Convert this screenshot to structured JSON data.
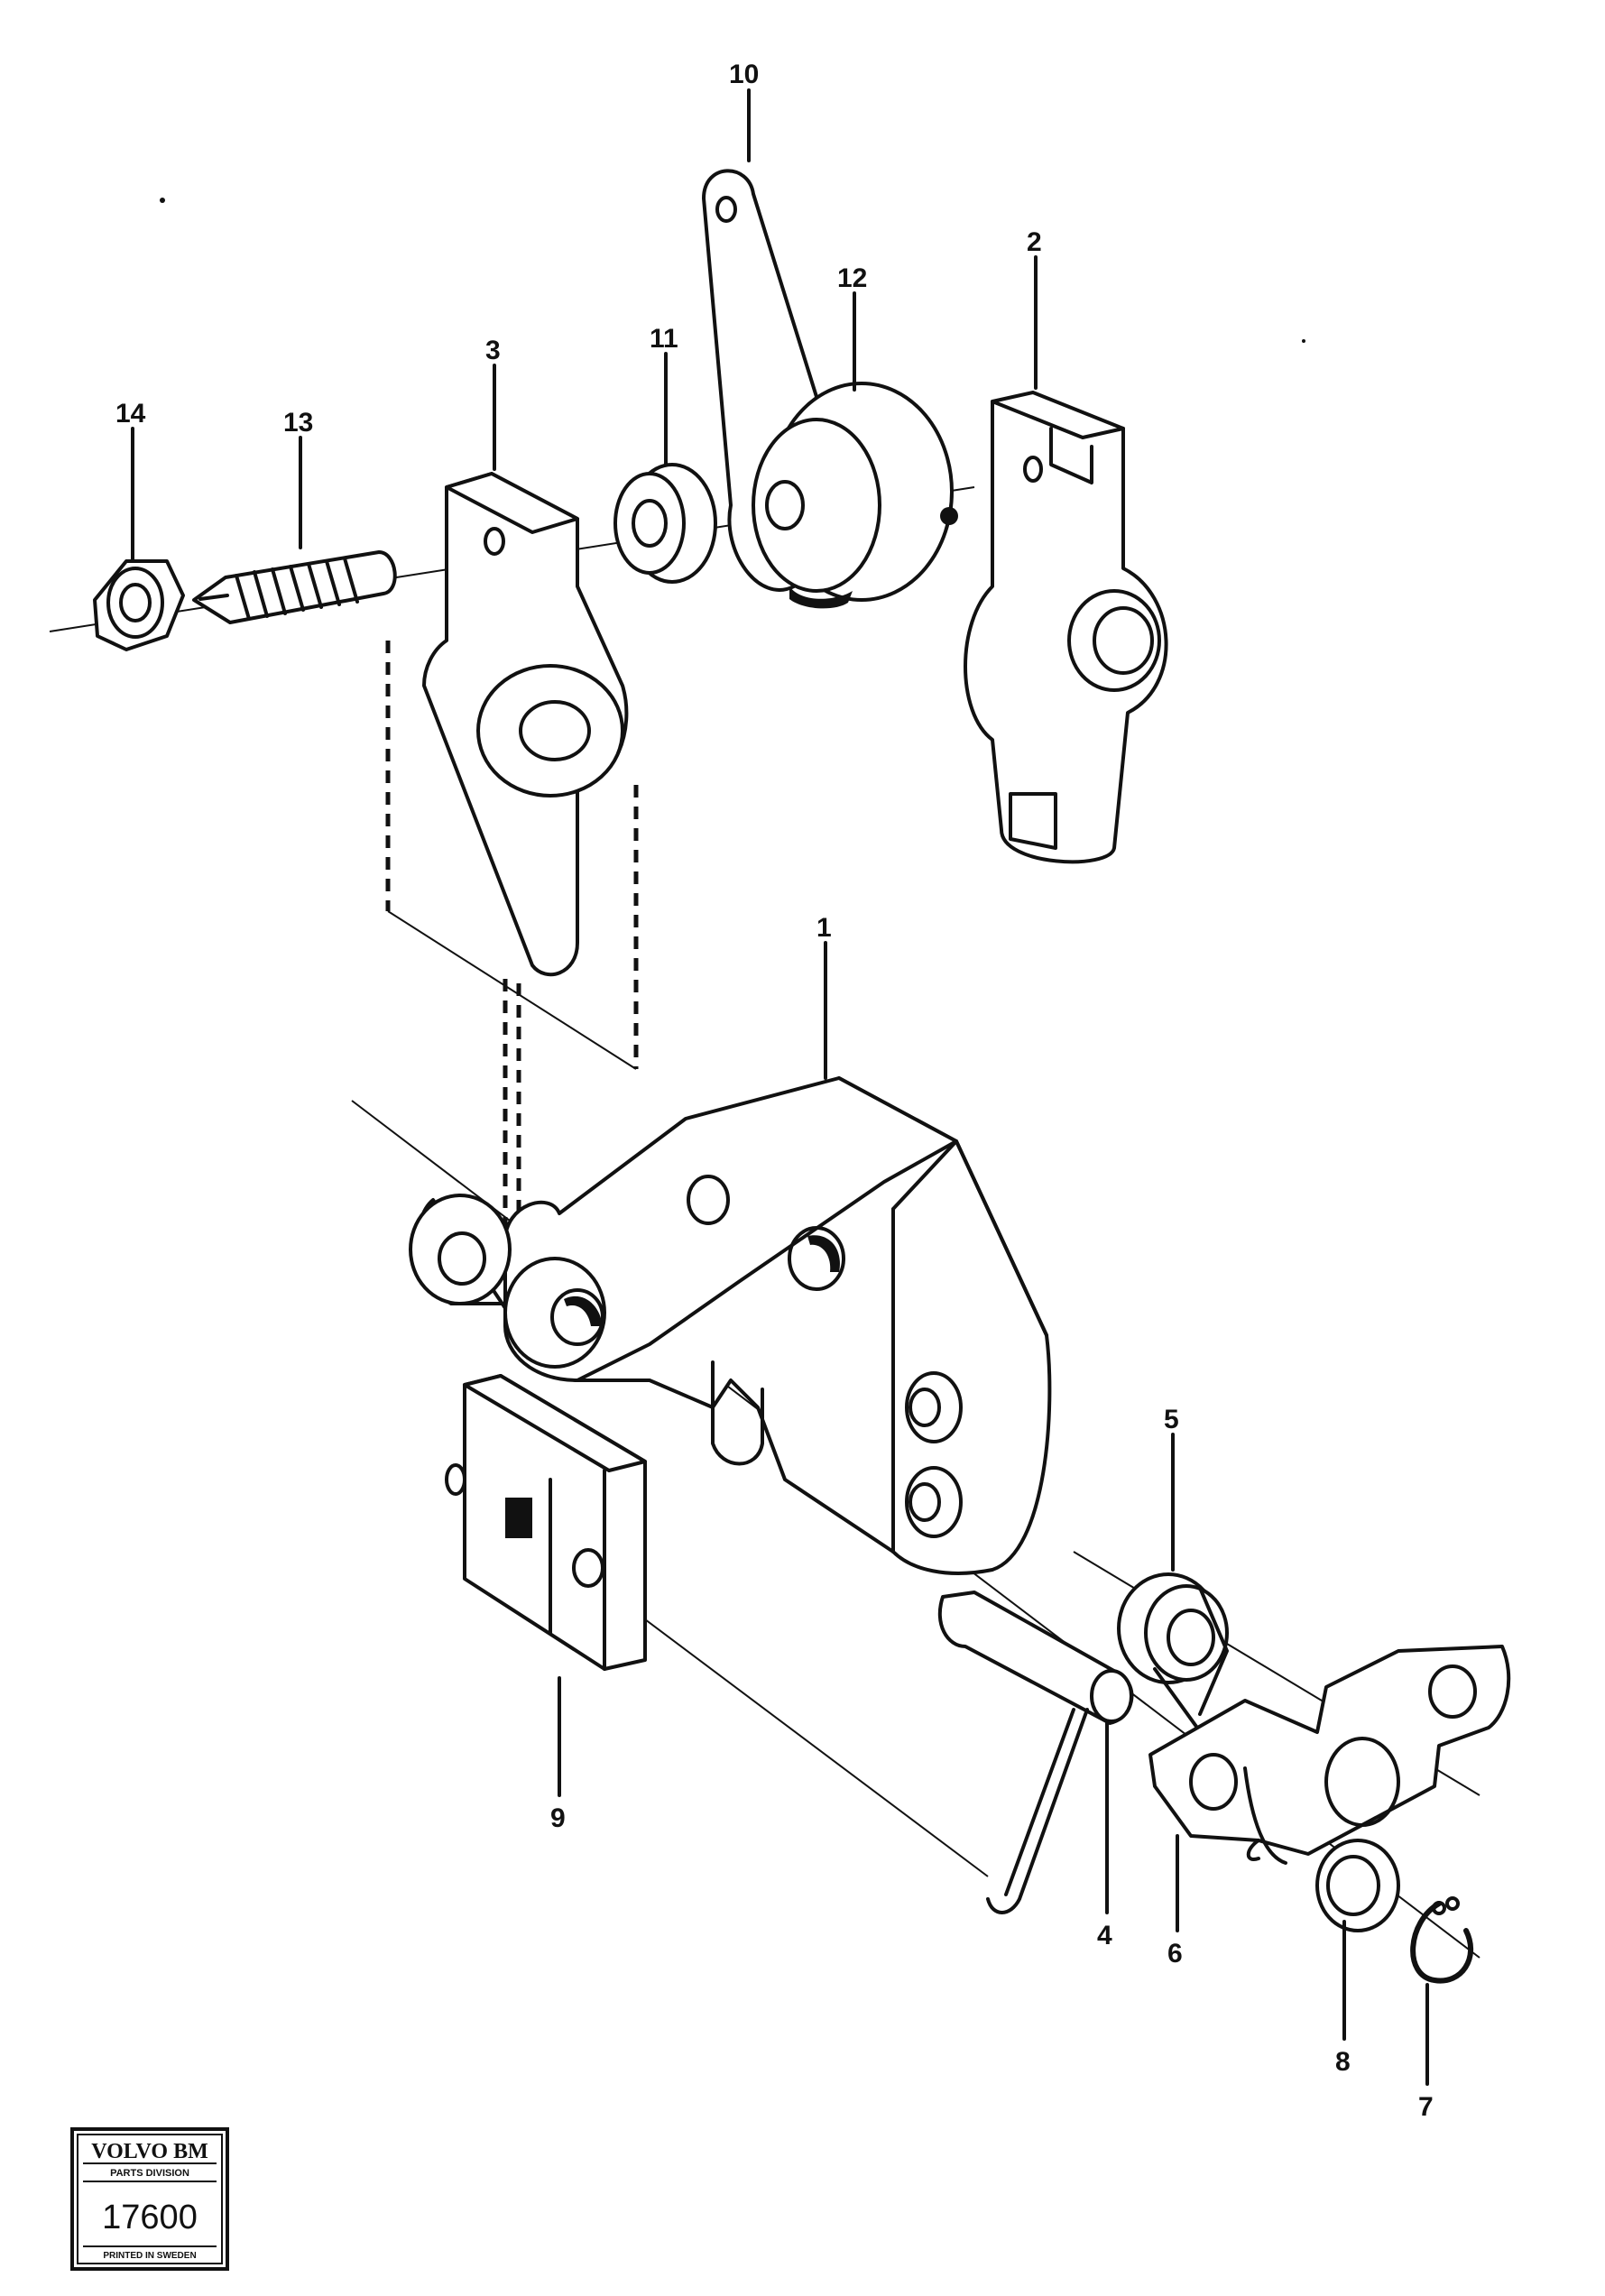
{
  "callouts": {
    "c1": "1",
    "c2": "2",
    "c3": "3",
    "c4": "4",
    "c5": "5",
    "c6": "6",
    "c7": "7",
    "c8": "8",
    "c9": "9",
    "c10": "10",
    "c11": "11",
    "c12": "12",
    "c13": "13",
    "c14": "14"
  },
  "stamp": {
    "brand": "VOLVO BM",
    "division": "PARTS DIVISION",
    "number": "17600",
    "printed": "PRINTED IN SWEDEN"
  }
}
